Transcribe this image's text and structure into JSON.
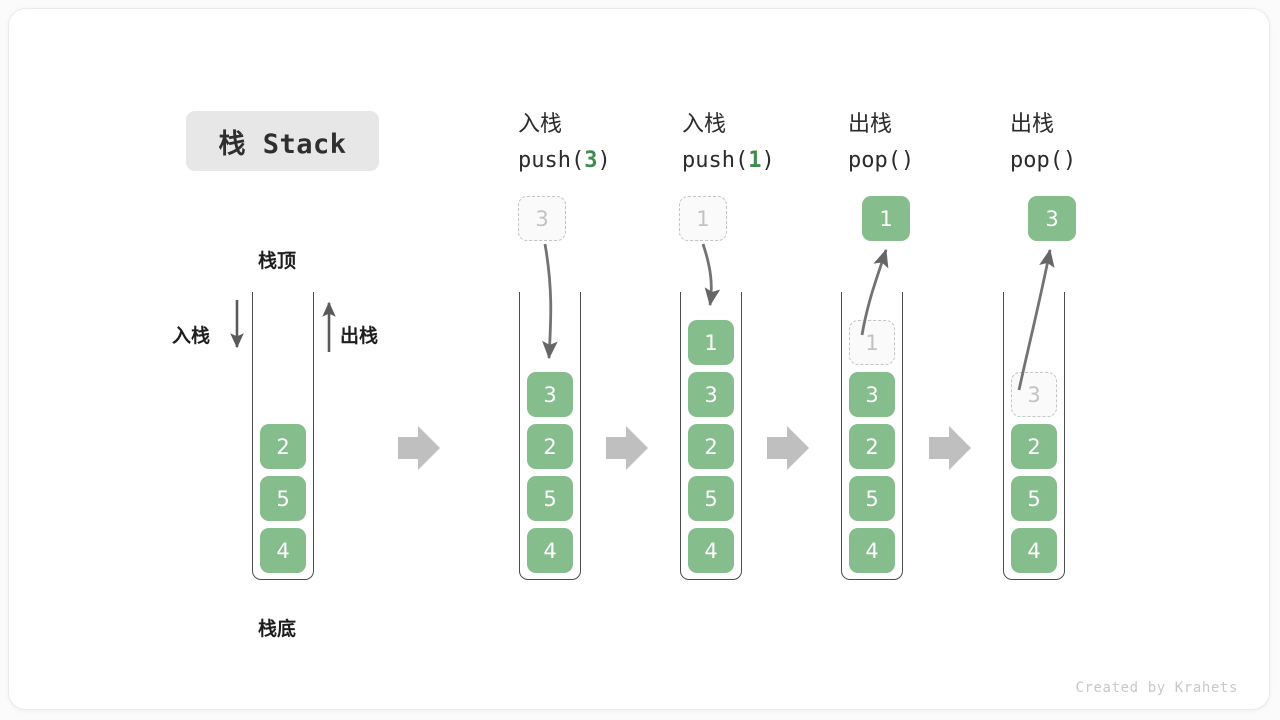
{
  "title": {
    "badge": "栈 Stack"
  },
  "labels": {
    "top": "栈顶",
    "bottom": "栈底",
    "push_side": "入栈",
    "pop_side": "出栈"
  },
  "footer": {
    "credit": "Created by Krahets"
  },
  "colors": {
    "element_green": "#85bd8c",
    "ghost_border": "#c4c4c4",
    "ghost_text": "#c2c2c2",
    "tube_stroke": "#4d4d4d",
    "flow_arrow": "#bfbfbf",
    "badge_bg": "#e7e7e7",
    "accent_value": "#3e8a4f"
  },
  "panels": [
    {
      "id": "initial",
      "op_cn": "",
      "op_code_prefix": "",
      "op_value": "",
      "op_code_suffix": "",
      "stack": [
        "2",
        "5",
        "4"
      ],
      "ghost_index": -1,
      "float_box": null,
      "float_box_kind": ""
    },
    {
      "id": "push-3",
      "op_cn": "入栈",
      "op_code_prefix": "push(",
      "op_value": "3",
      "op_code_suffix": ")",
      "stack": [
        "3",
        "2",
        "5",
        "4"
      ],
      "ghost_index": -1,
      "float_box": "3",
      "float_box_kind": "ghost"
    },
    {
      "id": "push-1",
      "op_cn": "入栈",
      "op_code_prefix": "push(",
      "op_value": "1",
      "op_code_suffix": ")",
      "stack": [
        "1",
        "3",
        "2",
        "5",
        "4"
      ],
      "ghost_index": -1,
      "float_box": "1",
      "float_box_kind": "ghost"
    },
    {
      "id": "pop-1",
      "op_cn": "出栈",
      "op_code_prefix": "pop(",
      "op_value": "",
      "op_code_suffix": ")",
      "stack": [
        "1",
        "3",
        "2",
        "5",
        "4"
      ],
      "ghost_index": 0,
      "float_box": "1",
      "float_box_kind": "filled"
    },
    {
      "id": "pop-3",
      "op_cn": "出栈",
      "op_code_prefix": "pop(",
      "op_value": "",
      "op_code_suffix": ")",
      "stack": [
        "3",
        "2",
        "5",
        "4"
      ],
      "ghost_index": 0,
      "float_box": "3",
      "float_box_kind": "filled"
    }
  ],
  "flow_arrows": 4
}
